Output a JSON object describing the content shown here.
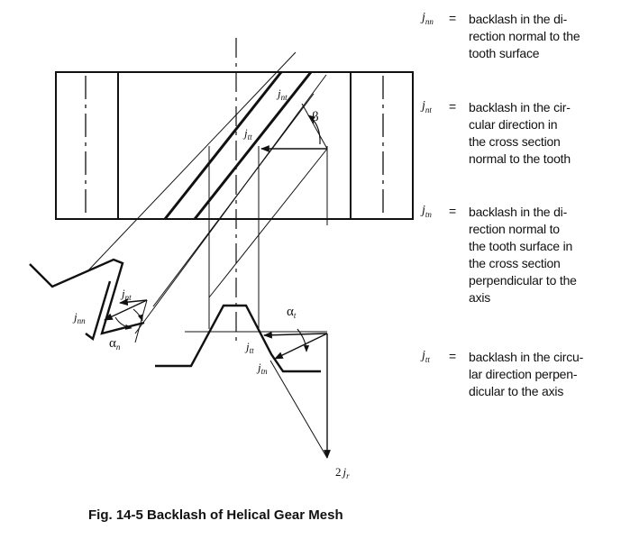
{
  "diagram": {
    "labels": {
      "jnt_top": {
        "main": "j",
        "sub": "nt"
      },
      "beta": "β",
      "jtt_top": {
        "main": "j",
        "sub": "tt"
      },
      "jnt_left": {
        "main": "j",
        "sub": "nt"
      },
      "jnn_left": {
        "main": "j",
        "sub": "nn"
      },
      "alpha_n": {
        "main": "α",
        "sub": "n"
      },
      "alpha_t": {
        "main": "α",
        "sub": "t"
      },
      "jtt_bottom": {
        "main": "j",
        "sub": "tt"
      },
      "jtn_bottom": {
        "main": "j",
        "sub": "tn"
      },
      "two_jr": {
        "prefix": "2",
        "main": "j",
        "sub": "r"
      }
    }
  },
  "legend": [
    {
      "sym": "j",
      "sub": "nn",
      "eq": "=",
      "lines": [
        "backlash in the di-",
        "rection normal to the",
        "tooth surface"
      ]
    },
    {
      "sym": "j",
      "sub": "nt",
      "eq": "=",
      "lines": [
        "backlash in the cir-",
        "cular direction in",
        "the cross section",
        "normal to the tooth"
      ]
    },
    {
      "sym": "j",
      "sub": "tn",
      "eq": "=",
      "lines": [
        "backlash in the di-",
        "rection normal to",
        "the tooth surface in",
        "the cross section",
        "perpendicular to the",
        "axis"
      ]
    },
    {
      "sym": "j",
      "sub": "tt",
      "eq": "=",
      "lines": [
        "backlash in the circu-",
        "lar direction perpen-",
        "dicular to the axis"
      ]
    }
  ],
  "caption": "Fig. 14-5  Backlash of Helical Gear Mesh"
}
